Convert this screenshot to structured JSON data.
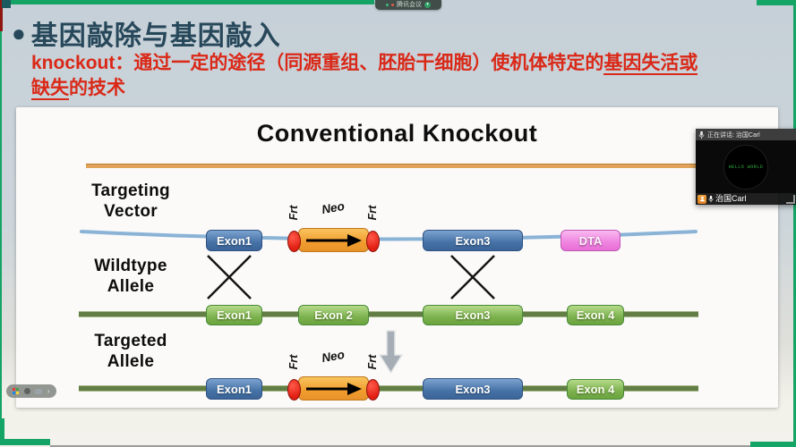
{
  "meeting": {
    "tab_label": "腾讯会议",
    "tab_caret": "▾",
    "speaking_label": "正在讲话: 治国Carl",
    "participant_name": "治国Carl",
    "avatar_text": "HELLO WORLD"
  },
  "slide": {
    "bullet": "●",
    "title": "基因敲除与基因敲入",
    "definition": {
      "term": "knockout：",
      "body_before_underline": "通过一定的途径（同源重组、胚胎干细胞）使机体特定的",
      "underline_1": "基因失活或",
      "underline_2": "缺失",
      "body_after_underline": "的技术"
    }
  },
  "diagram": {
    "title": "Conventional Knockout",
    "row_targeting": {
      "label1": "Targeting",
      "label2": "Vector",
      "exon1": "Exon1",
      "frt_left": "Frt",
      "neo": "Neo",
      "frt_right": "Frt",
      "exon3": "Exon3",
      "dta": "DTA"
    },
    "row_wildtype": {
      "label1": "Wildtype",
      "label2": "Allele",
      "exon1": "Exon1",
      "exon2": "Exon 2",
      "exon3": "Exon3",
      "exon4": "Exon 4"
    },
    "row_targeted": {
      "label1": "Targeted",
      "label2": "Allele",
      "exon1": "Exon1",
      "frt_left": "Frt",
      "neo": "Neo",
      "frt_right": "Frt",
      "exon3": "Exon3",
      "exon4": "Exon 4"
    }
  },
  "toolbar": {
    "chevron": "›"
  },
  "colors": {
    "frame_green": "#14a466",
    "frame_red": "#8e1712",
    "title_teal": "#27485a",
    "definition_red": "#da2817",
    "exon_blue": "#4572a7",
    "exon_green": "#7cb24e",
    "neo_orange": "#f09c2e",
    "dta_pink": "#ef83e0",
    "frt_red": "#e11f12",
    "divider_orange": "#e0a359"
  }
}
